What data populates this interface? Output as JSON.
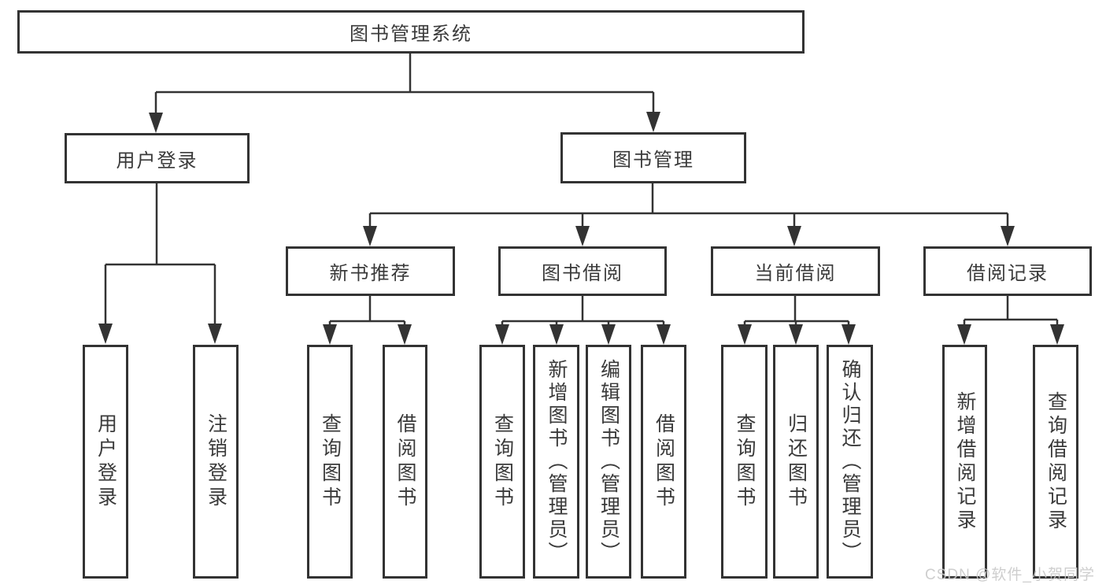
{
  "diagram": {
    "root": {
      "label": "图书管理系统"
    },
    "branches": [
      {
        "label": "用户登录",
        "children": [
          {
            "label": "用户登录"
          },
          {
            "label": "注销登录"
          }
        ]
      },
      {
        "label": "图书管理",
        "children": [
          {
            "label": "新书推荐",
            "children": [
              {
                "label": "查询图书"
              },
              {
                "label": "借阅图书"
              }
            ]
          },
          {
            "label": "图书借阅",
            "children": [
              {
                "label": "查询图书"
              },
              {
                "label": "新增图书（管理员）"
              },
              {
                "label": "编辑图书（管理员）"
              },
              {
                "label": "借阅图书"
              }
            ]
          },
          {
            "label": "当前借阅",
            "children": [
              {
                "label": "查询图书"
              },
              {
                "label": "归还图书"
              },
              {
                "label": "确认归还（管理员）"
              }
            ]
          },
          {
            "label": "借阅记录",
            "children": [
              {
                "label": "新增借阅记录"
              },
              {
                "label": "查询借阅记录"
              }
            ]
          }
        ]
      }
    ]
  },
  "watermark": {
    "text": "CSDN @软件_小贺同学"
  },
  "colors": {
    "line": "#333333",
    "box_border": "#333333",
    "box_fill": "#ffffff",
    "text": "#3a3a3a",
    "watermark": "#c9c9c9"
  }
}
